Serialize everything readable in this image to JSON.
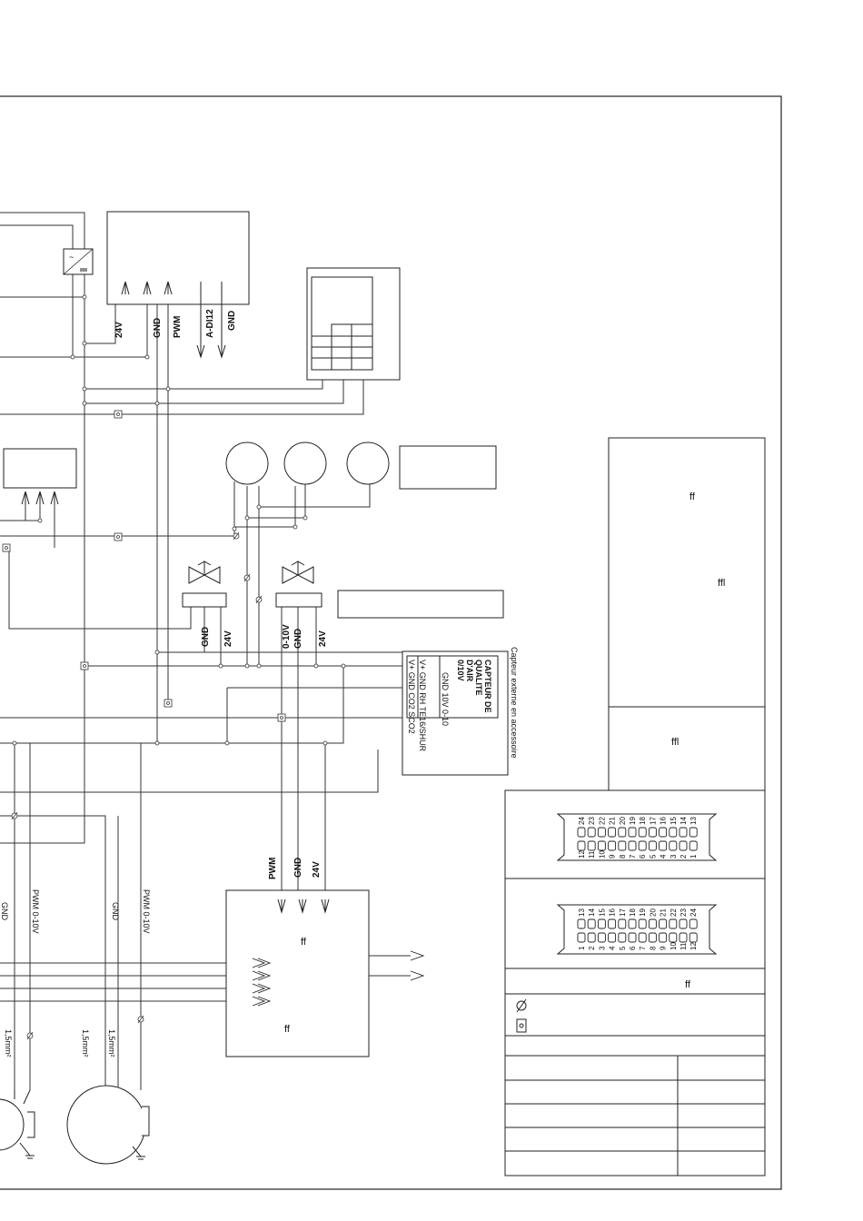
{
  "top_module": {
    "pins": [
      "24V",
      "GND",
      "PWM",
      "A-DI12",
      "GND"
    ]
  },
  "valves": {
    "valve1_labels": [
      "GND",
      "24V"
    ],
    "valve2_labels": [
      "0-10V",
      "GND",
      "24V"
    ]
  },
  "sensor": {
    "title_lines": [
      "CAPTEUR DE",
      "QUALITE",
      "D'AIR",
      "0/10V"
    ],
    "row1": "GND  10V  0-10",
    "row2": "V+  GND  RH  TE16/SHUR",
    "row3": "V+  GND  CO2  SCO2",
    "side_note": "Capteur externe en accessoire"
  },
  "bottom_module": {
    "pins": [
      "PWM",
      "GND",
      "24V"
    ],
    "mark_top": "ff",
    "mark_bottom": "ff"
  },
  "fan_labels": {
    "gnd_left": "GND",
    "pwm_left": "PWM 0-10V",
    "gnd_right": "GND",
    "pwm_right": "PWM 0-10V",
    "cable1": "1,5mm²",
    "cable2": "1,5mm²",
    "cable3": "1,5mm²"
  },
  "right_panel": {
    "mark1": "ff",
    "mark2": "ffl",
    "mark3": "ffl",
    "mark4": "ff"
  },
  "connector_top": {
    "top_row": [
      "24",
      "23",
      "22",
      "21",
      "20",
      "19",
      "18",
      "17",
      "16",
      "15",
      "14",
      "13"
    ],
    "bottom_row": [
      "12",
      "11",
      "10",
      "9",
      "8",
      "7",
      "6",
      "5",
      "4",
      "3",
      "2",
      "1"
    ]
  },
  "connector_bottom": {
    "top_row": [
      "13",
      "14",
      "15",
      "16",
      "17",
      "18",
      "19",
      "20",
      "21",
      "22",
      "23",
      "24"
    ],
    "bottom_row": [
      "1",
      "2",
      "3",
      "4",
      "5",
      "6",
      "7",
      "8",
      "9",
      "10",
      "11",
      "12"
    ]
  }
}
